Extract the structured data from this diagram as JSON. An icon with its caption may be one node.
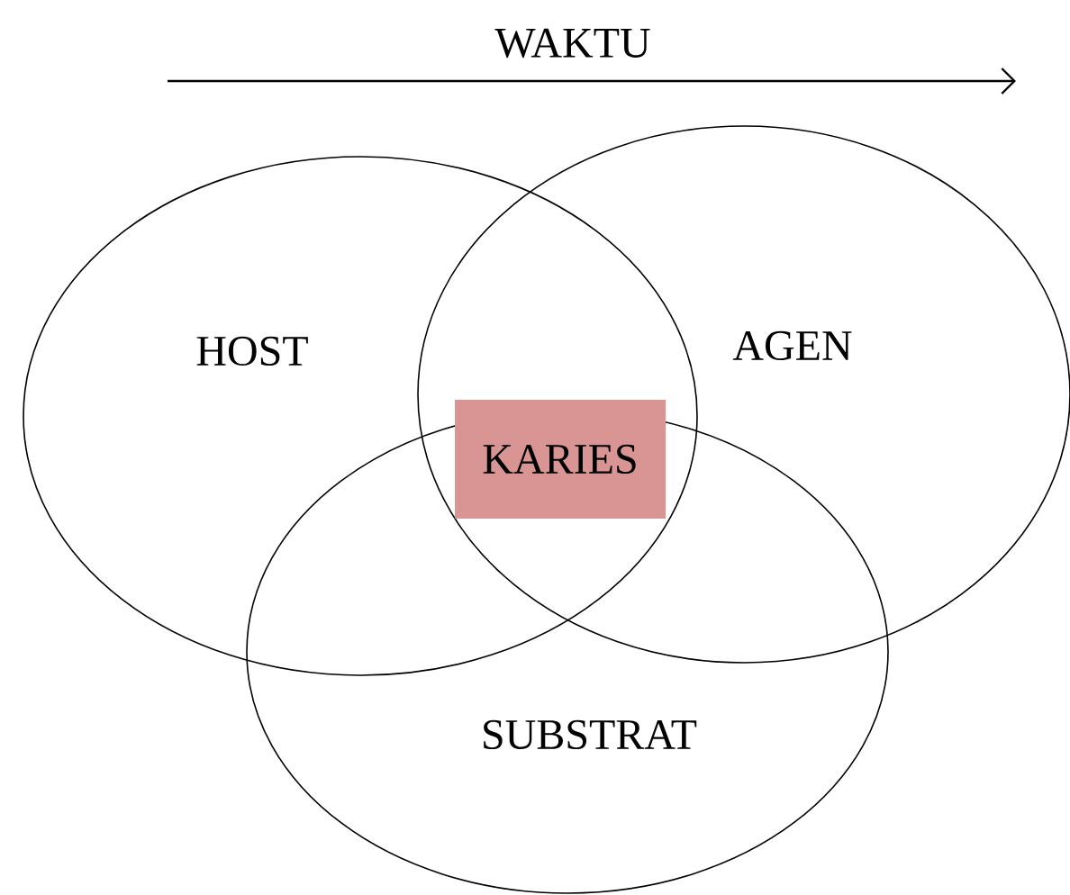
{
  "diagram": {
    "nodes": [
      {
        "text": [
          "HOST"
        ]
      },
      {
        "text": [
          "AGEN"
        ]
      },
      {
        "text": [
          "SUBSTRAT"
        ]
      },
      {
        "text": [
          "KARIES"
        ]
      }
    ],
    "labels": [
      "WAKTU"
    ]
  }
}
